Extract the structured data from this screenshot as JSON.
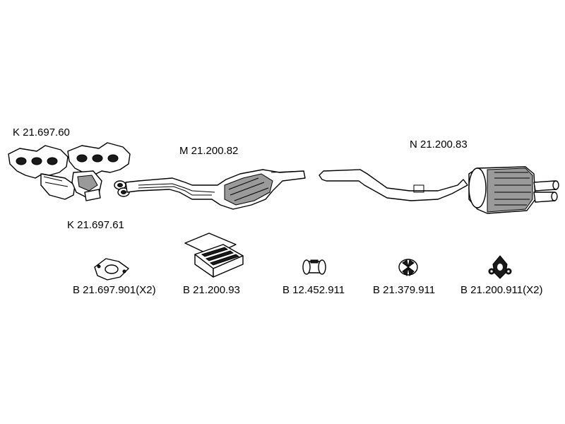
{
  "labels": {
    "k1": "K 21.697.60",
    "k2": "K 21.697.61",
    "m": "M 21.200.82",
    "n": "N 21.200.83",
    "b1": "B 21.697.901(X2)",
    "b2": "B 21.200.93",
    "b3": "B 12.452.911",
    "b4": "B 21.379.911",
    "b5": "B 21.200.911(X2)"
  },
  "colors": {
    "ink": "#000000",
    "background": "#ffffff",
    "shade": "#9a9a9a"
  }
}
